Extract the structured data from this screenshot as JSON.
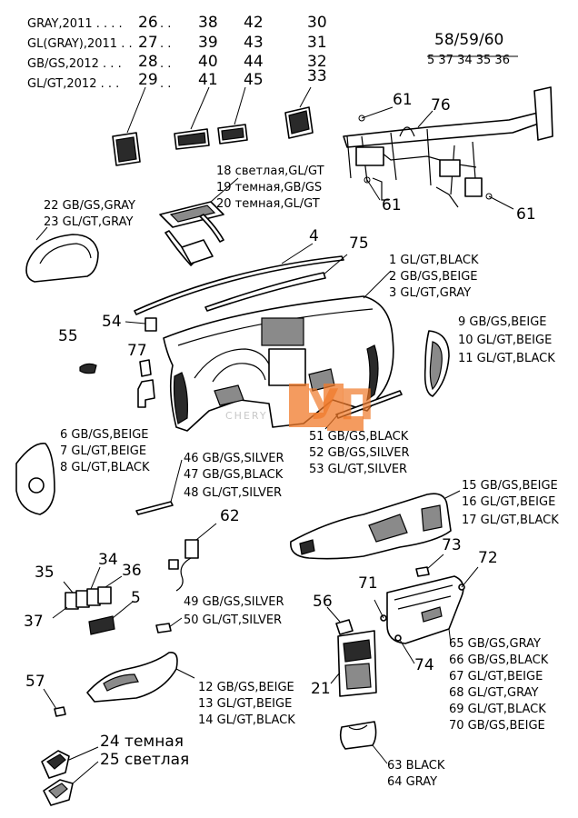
{
  "header_variants": [
    {
      "label": "GRAY,2011 . . . . ",
      "codes": [
        "26",
        "38",
        "42",
        "30"
      ]
    },
    {
      "label": "GL(GRAY),2011 . . ",
      "codes": [
        "27",
        "39",
        "43",
        "31"
      ]
    },
    {
      "label": "GB/GS,2012 . . . ",
      "codes": [
        "28",
        "40",
        "44",
        "32"
      ]
    },
    {
      "label": "GL/GT,2012 . . . ",
      "codes": [
        "29",
        "41",
        "45",
        "33"
      ]
    }
  ],
  "header_dots": ". .",
  "fraction": {
    "top": "58/59/60",
    "bottom": "5 37 34 35 36"
  },
  "frame_labels": {
    "c76": "76",
    "c61a": "61",
    "c61b": "61",
    "c61c": "61"
  },
  "labels": {
    "c18": "18 светлая,GL/GT",
    "c19": "19 темная,GB/GS",
    "c20": "20 темная,GL/GT",
    "c22": "22 GB/GS,GRAY",
    "c23": "23 GL/GT,GRAY",
    "c4": "4",
    "c75": "75",
    "c1": "1  GL/GT,BLACK",
    "c2": "2  GB/GS,BEIGE",
    "c3": "3  GL/GT,GRAY",
    "c54": "54",
    "c55": "55",
    "c77": "77",
    "c9": "9   GB/GS,BEIGE",
    "c10": "10  GL/GT,BEIGE",
    "c11": "11  GL/GT,BLACK",
    "c6": "6  GB/GS,BEIGE",
    "c7": "7  GL/GT,BEIGE",
    "c8": "8  GL/GT,BLACK",
    "c51": "51 GB/GS,BLACK",
    "c52": "52 GB/GS,SILVER",
    "c53": "53 GL/GT,SILVER",
    "c46": "46 GB/GS,SILVER",
    "c47": "47 GB/GS,BLACK",
    "c48": "48 GL/GT,SILVER",
    "c15": "15 GB/GS,BEIGE",
    "c16": "16 GL/GT,BEIGE",
    "c17": "17 GL/GT,BLACK",
    "c62": "62",
    "c34": "34",
    "c35": "35",
    "c36": "36",
    "c37": "37",
    "c5": "5",
    "c73": "73",
    "c72": "72",
    "c71": "71",
    "c49": "49 GB/GS,SILVER",
    "c50": "50 GL/GT,SILVER",
    "c56": "56",
    "c57": "57",
    "c21": "21",
    "c74": "74",
    "c12": "12 GB/GS,BEIGE",
    "c13": "13 GL/GT,BEIGE",
    "c14": "14 GL/GT,BLACK",
    "c65": "65  GB/GS,GRAY",
    "c66": "66  GB/GS,BLACK",
    "c67": "67  GL/GT,BEIGE",
    "c68": "68  GL/GT,GRAY",
    "c69": "69  GL/GT,BLACK",
    "c70": "70  GB/GS,BEIGE",
    "c24": "24 темная",
    "c25": "25 светлая",
    "c63": "63  BLACK",
    "c64": "64  GRAY"
  },
  "watermark": {
    "brand": "CHERY",
    "model": "УП",
    "color": "#f07a2a"
  }
}
